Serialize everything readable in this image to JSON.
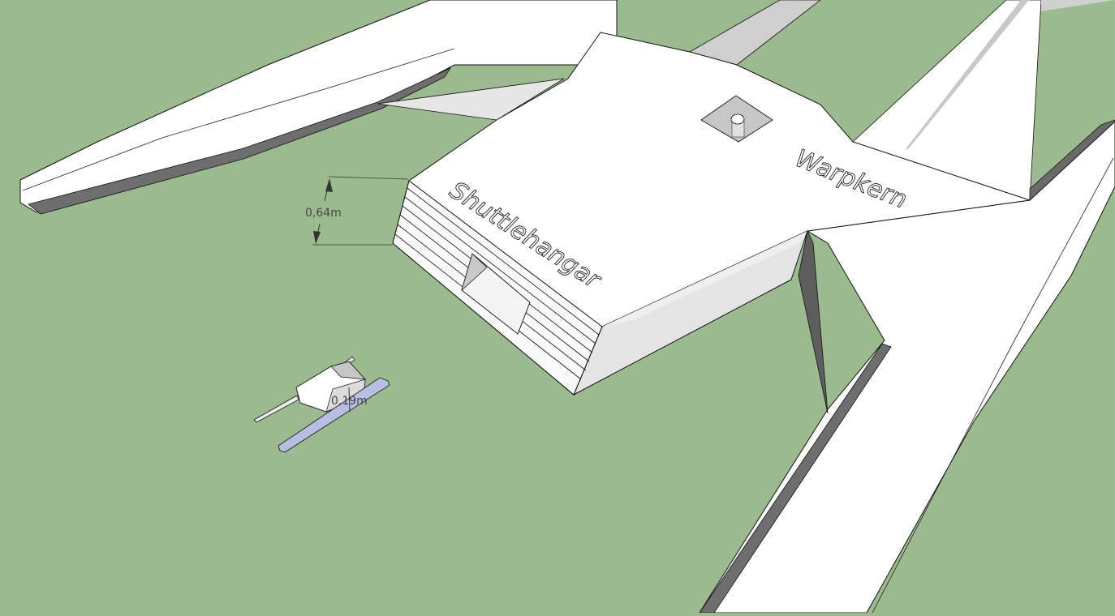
{
  "viewport": {
    "background_color": "#9bbb8f",
    "model_labels": {
      "shuttle_hangar": "Shuttlehangar",
      "warp_core": "Warpkern"
    },
    "dimensions": {
      "hangar_height": "0,64m",
      "shuttle_height": "0,19m"
    }
  }
}
